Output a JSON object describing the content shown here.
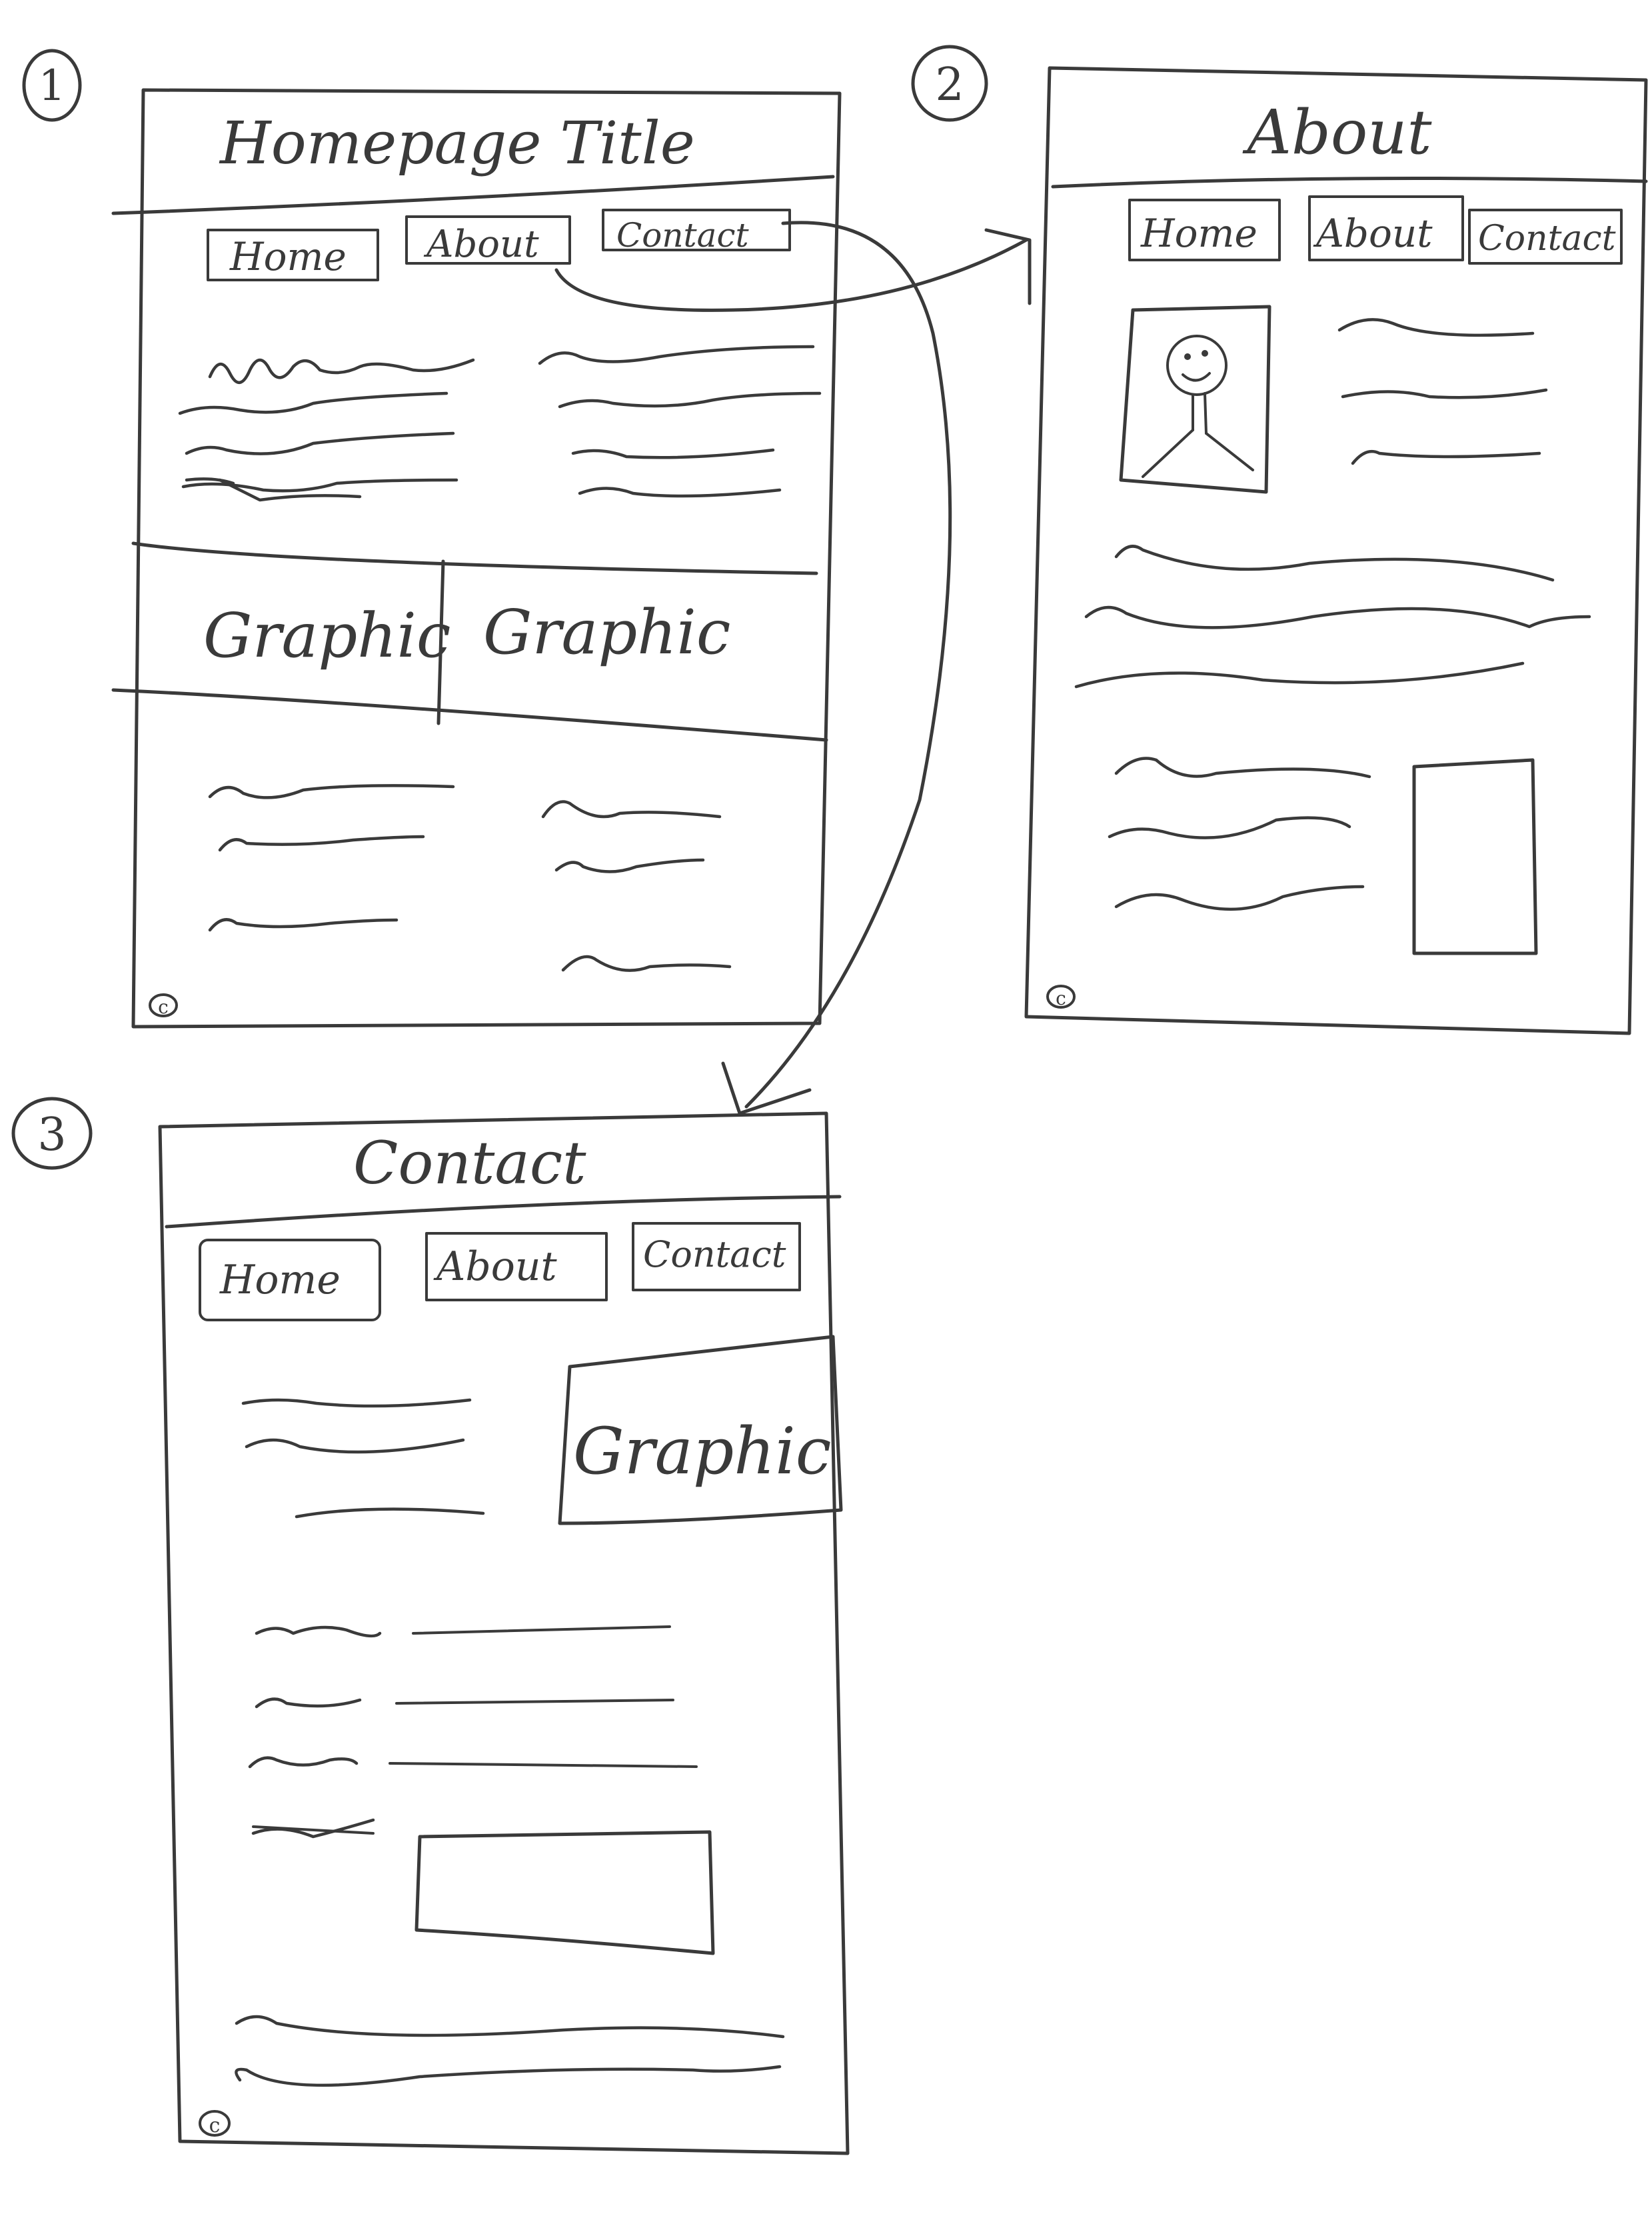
{
  "sketch1": {
    "number": "1",
    "title": "Homepage Title",
    "nav": [
      "Home",
      "About",
      "Contact"
    ],
    "graphics": [
      "Graphic",
      "Graphic"
    ],
    "footer_mark": "c"
  },
  "sketch2": {
    "number": "2",
    "title": "About",
    "nav": [
      "Home",
      "About",
      "Contact"
    ],
    "footer_mark": "c"
  },
  "sketch3": {
    "number": "3",
    "title": "Contact",
    "nav": [
      "Home",
      "About",
      "Contact"
    ],
    "graphic": "Graphic",
    "footer_mark": "c"
  },
  "colors": {
    "ink": "#3a3a3a",
    "paper": "#ffffff"
  }
}
